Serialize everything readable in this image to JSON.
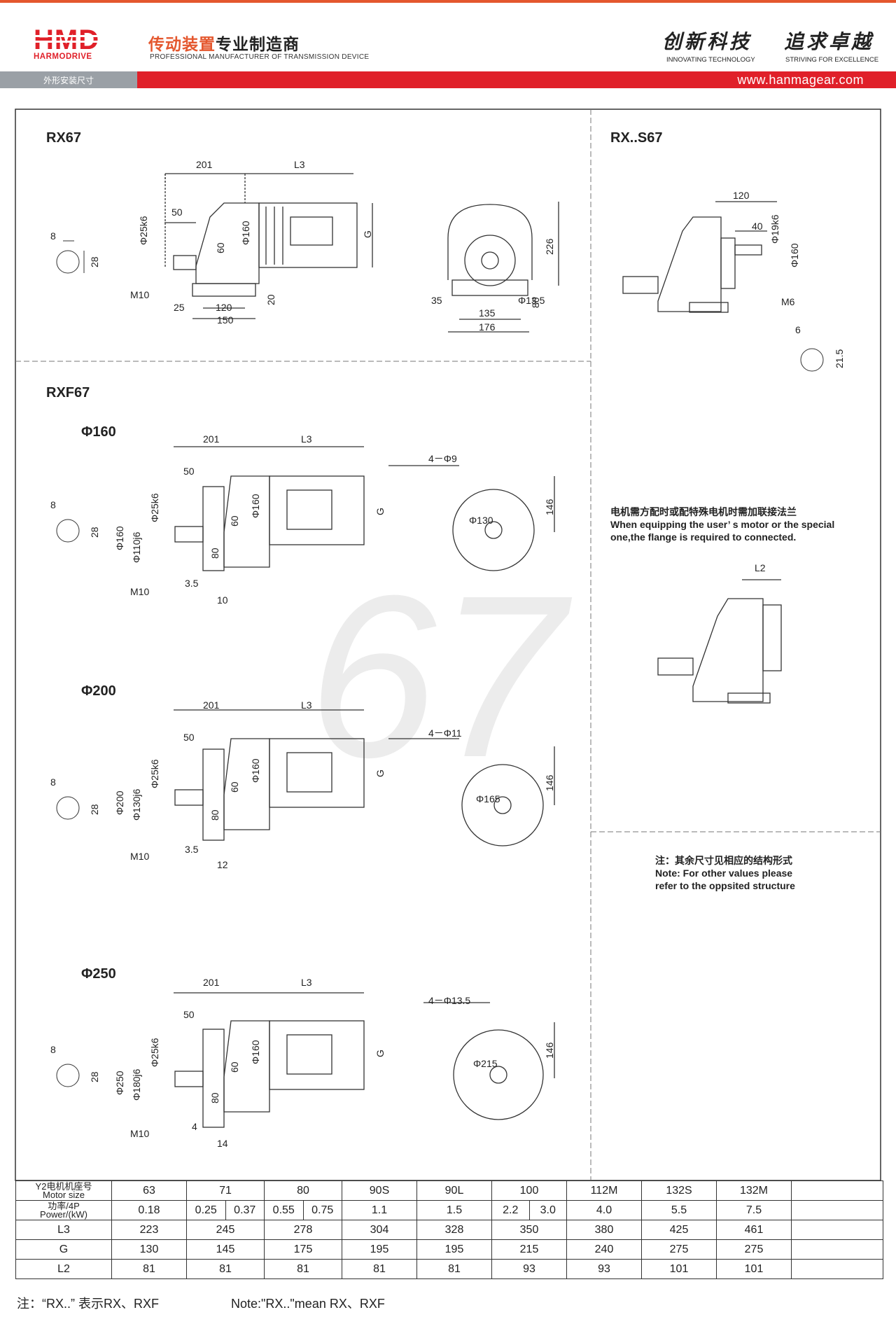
{
  "header": {
    "logo_text": "HMD",
    "logo_sub": "HARMODRIVE",
    "title_red": "传动装置",
    "title_dark": "专业制造商",
    "subtitle": "PROFESSIONAL MANUFACTURER OF TRANSMISSION DEVICE",
    "slogan1": "创新科技",
    "slogan1_en": "INNOVATING TECHNOLOGY",
    "slogan2": "追求卓越",
    "slogan2_en": "STRIVING FOR EXCELLENCE",
    "section": "外形安装尺寸",
    "website": "www.hanmagear.com"
  },
  "labels": {
    "rx67": "RX67",
    "rxs67": "RX..S67",
    "rxf67": "RXF67",
    "phi160": "Φ160",
    "phi200": "Φ200",
    "phi250": "Φ250",
    "watermark": "67"
  },
  "notes": {
    "flange_cn": "电机需方配时或配特殊电机时需加联接法兰",
    "flange_en1": "When equipping the user’ s motor or the special",
    "flange_en2": "one,the flange is required to connected.",
    "other_cn": "注：其余尺寸见相应的结构形式",
    "other_en1": "Note: For other values please",
    "other_en2": "refer to the oppsited structure"
  },
  "dims": {
    "d201": "201",
    "dL3": "L3",
    "d50": "50",
    "dG": "G",
    "d25k6": "Φ25k6",
    "d60": "60",
    "d160": "Φ160",
    "dM10": "M10",
    "d25": "25",
    "d120": "120",
    "d150": "150",
    "d20": "20",
    "d8": "8",
    "d28": "28",
    "d226": "226",
    "d80": "80",
    "d35": "35",
    "d135": "135",
    "d176": "176",
    "d13_5": "Φ13.5",
    "d19k6": "Φ19k6",
    "d40": "40",
    "dM6": "M6",
    "d6": "6",
    "d21_5": "21.5",
    "dL2": "L2",
    "d4phi9": "4－Φ9",
    "d146": "146",
    "d130": "Φ130",
    "d110j6": "Φ110j6",
    "d3_5": "3.5",
    "d10": "10",
    "d4phi11": "4－Φ11",
    "d165": "Φ165",
    "d200": "Φ200",
    "d130j6": "Φ130j6",
    "d12": "12",
    "d4phi13_5": "4－Φ13.5",
    "d215": "Φ215",
    "d250": "Φ250",
    "d180j6": "Φ180j6",
    "d4": "4",
    "d14": "14"
  },
  "table": {
    "row_motor_label1": "Y2电机机座号",
    "row_motor_label2": "Motor size",
    "row_power_label1": "功率/4P",
    "row_power_label2": "Power/(kW)",
    "motor_sizes": [
      "63",
      "71",
      "80",
      "90S",
      "90L",
      "100",
      "112M",
      "132S",
      "132M"
    ],
    "power": [
      "0.18",
      "0.25",
      "0.37",
      "0.55",
      "0.75",
      "1.1",
      "1.5",
      "2.2",
      "3.0",
      "4.0",
      "5.5",
      "7.5"
    ],
    "rows": [
      {
        "label": "L3",
        "values": [
          "223",
          "245",
          "278",
          "304",
          "328",
          "350",
          "380",
          "425",
          "461"
        ]
      },
      {
        "label": "G",
        "values": [
          "130",
          "145",
          "175",
          "195",
          "195",
          "215",
          "240",
          "275",
          "275"
        ]
      },
      {
        "label": "L2",
        "values": [
          "81",
          "81",
          "81",
          "81",
          "81",
          "93",
          "93",
          "101",
          "101"
        ]
      }
    ]
  },
  "footer": {
    "cn": "注：“RX..” 表示RX、RXF",
    "en": "Note:\"RX..\"mean RX、RXF"
  }
}
